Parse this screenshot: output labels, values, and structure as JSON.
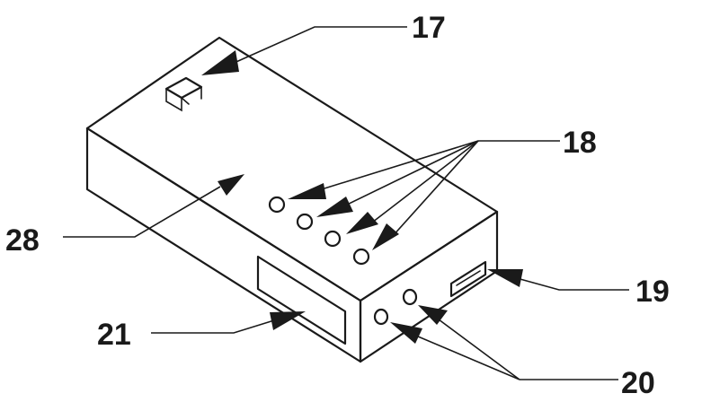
{
  "figure": {
    "reference_numerals": {
      "r17": "17",
      "r18": "18",
      "r19": "19",
      "r20": "20",
      "r21": "21",
      "r28": "28"
    },
    "colors": {
      "line": "#1a1a1a",
      "background": "#ffffff"
    }
  }
}
